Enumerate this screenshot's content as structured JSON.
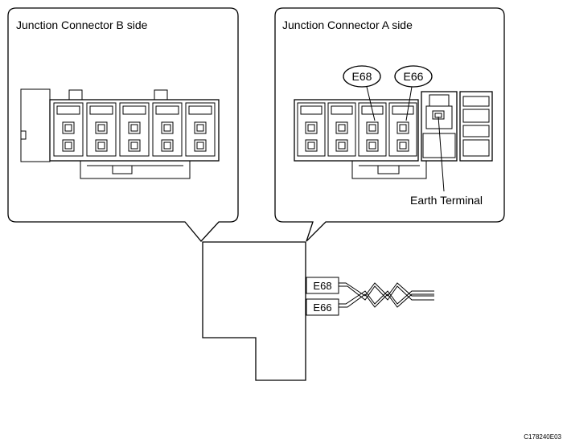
{
  "callouts": {
    "b_side_title": "Junction Connector B side",
    "a_side_title": "Junction Connector A side"
  },
  "pin_labels": {
    "e68": "E68",
    "e66": "E66",
    "earth_terminal": "Earth Terminal"
  },
  "wire_tags": {
    "e68": "E68",
    "e66": "E66"
  },
  "figure_code": "C178240E03"
}
